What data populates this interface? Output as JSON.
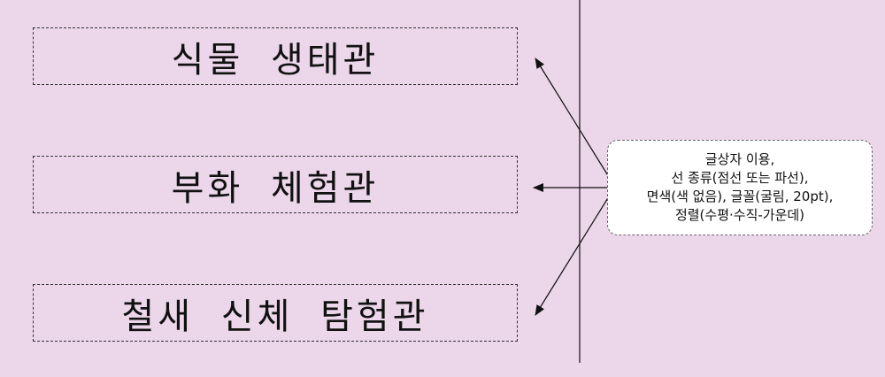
{
  "boxes": [
    {
      "label": "식물 생태관"
    },
    {
      "label": "부화 체험관"
    },
    {
      "label": "철새 신체 탐험관"
    }
  ],
  "callout": {
    "lines": [
      "글상자 이용,",
      "선 종류(점선 또는 파선),",
      "면색(색 없음), 글꼴(굴림, 20pt),",
      "정렬(수평·수직-가운데)"
    ]
  },
  "colors": {
    "background": "#ecd6ea",
    "line": "#111111",
    "callout_fill": "#ffffff"
  }
}
